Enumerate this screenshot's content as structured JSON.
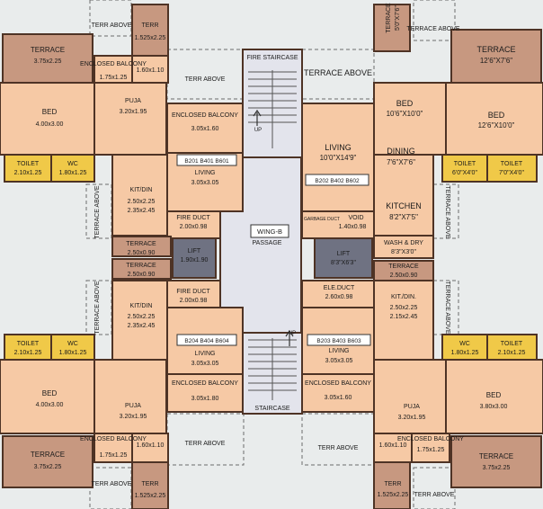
{
  "colors": {
    "background": "#e9ecec",
    "room": "#f6c9a5",
    "terrace": "#c79880",
    "toilet": "#f0c948",
    "passage": "#e3e4ec",
    "lift": "#6f7282",
    "wall": "#4e3325"
  },
  "icons": [
    "stair-icon",
    "up-arrow-icon"
  ],
  "left_top": {
    "terr_above_1": "TERR ABOVE",
    "terr_2": "TERR",
    "terr_2_size": "1.525x2.25",
    "terrace": "TERRACE",
    "terrace_size": "3.75x2.25",
    "enclosed_balcony": "ENCLOSED BALCONY",
    "enclosed_balcony_size": "1.75x1.25",
    "size_160x110": "1.60x1.10",
    "bed": "BED",
    "bed_size": "4.00x3.00",
    "puja": "PUJA",
    "puja_size": "3.20x1.95",
    "toilet": "TOILET",
    "toilet_size": "2.10x1.25",
    "wc": "WC",
    "wc_size": "1.80x1.25",
    "kit_din": "KIT/DIN",
    "kit_size_1": "2.50x2.25",
    "kit_size_2": "2.35x2.45",
    "terrace_above_side": "TERRACE ABOVE",
    "terrace_small": "TERRACE",
    "terrace_small_size": "2.50x0.90"
  },
  "left_bottom": {
    "terrace_small": "TERRACE",
    "terrace_small_size": "2.50x0.90",
    "terrace_above_side": "TERRACE ABOVE",
    "kit_din": "KIT/DIN",
    "kit_size_1": "2.50x2.25",
    "kit_size_2": "2.35x2.45",
    "toilet": "TOILET",
    "toilet_size": "2.10x1.25",
    "wc": "WC",
    "wc_size": "1.80x1.25",
    "bed": "BED",
    "bed_size": "4.00x3.00",
    "puja": "PUJA",
    "puja_size": "3.20x1.95",
    "terrace": "TERRACE",
    "terrace_size": "3.75x2.25",
    "enclosed_balcony": "ENCLOSED BALCONY",
    "enclosed_balcony_size": "1.75x1.25",
    "size_160x110": "1.60x1.10",
    "terr_above": "TERR ABOVE",
    "terr_2": "TERR",
    "terr_2_size": "1.525x2.25"
  },
  "center": {
    "fire_staircase": "FIRE STAIRCASE",
    "terr_above_top": "TERR ABOVE",
    "enclosed_balcony": "ENCLOSED BALCONY",
    "enclosed_balcony_size": "3.05x1.60",
    "units_top_left": "B201 B401 B601",
    "living": "LIVING",
    "living_size": "3.05x3.05",
    "up": "UP",
    "fire_duct": "FIRE DUCT",
    "fire_duct_size": "2.00x0.98",
    "wing": "WING-B",
    "passage": "PASSAGE",
    "lift": "LIFT",
    "lift_size": "1.90x1.90",
    "garbage_duct": "GARBAGE DUCT",
    "void": "VOID",
    "void_size": "1.40x0.98",
    "lift_right": "LIFT",
    "lift_right_size": "8'3\"X6'3\"",
    "fire_duct_lower": "FIRE DUCT",
    "fire_duct_lower_size": "2.00x0.98",
    "ele_duct": "ELE.DUCT",
    "ele_duct_size": "2.60x0.98",
    "units_bottom_left": "B204 B404 B604",
    "living_bottom_left": "LIVING",
    "living_bottom_left_size": "3.05x3.05",
    "units_bottom_right": "B203 B403 B603",
    "living_bottom_right": "LIVING",
    "living_bottom_right_size": "3.05x3.05",
    "up_lower": "UP",
    "enclosed_balcony_bl": "ENCLOSED BALCONY",
    "enclosed_balcony_bl_size": "3.05x1.80",
    "enclosed_balcony_br": "ENCLOSED BALCONY",
    "enclosed_balcony_br_size": "3.05x1.60",
    "staircase": "STAIRCASE",
    "terr_above_bottom_left": "TERR ABOVE",
    "terr_above_bottom_right": "TERR ABOVE"
  },
  "right_top": {
    "terrace_above_top": "TERRACE ABOVE",
    "terrace_58": "TERRACE",
    "terrace_58_size": "5'0\"X7'6\"",
    "terrace_above_right": "TERRACE ABOVE",
    "terrace_big": "TERRACE",
    "terrace_big_size": "12'6\"X7'6\"",
    "bed_1": "BED",
    "bed_1_size": "10'6\"X10'0\"",
    "bed_2": "BED",
    "bed_2_size": "12'6\"X10'0\"",
    "living": "LIVING",
    "living_size": "10'0\"X14'9\"",
    "dining": "DINING",
    "dining_size": "7'6\"X7'6\"",
    "units": "B202 B402 B602",
    "toilet_1": "TOILET",
    "toilet_1_size": "6'0\"X4'0\"",
    "toilet_2": "TOILET",
    "toilet_2_size": "7'0\"X4'0\"",
    "kitchen": "KITCHEN",
    "kitchen_size": "8'2\"X7'5\"",
    "terrace_above_side": "TERRACE ABOVE",
    "wash_dry": "WASH & DRY",
    "wash_dry_size": "8'3\"X3'0\""
  },
  "right_bottom": {
    "terrace_small": "TERRACE",
    "terrace_small_size": "2.50x0.90",
    "kit_din": "KIT./DIN.",
    "kit_size_1": "2.50x2.25",
    "kit_size_2": "2.15x2.45",
    "terrace_above_side": "TERRACE ABOVE",
    "wc": "WC",
    "wc_size": "1.80x1.25",
    "toilet": "TOILET",
    "toilet_size": "2.10x1.25",
    "bed": "BED",
    "bed_size": "3.80x3.00",
    "puja": "PUJA",
    "puja_size": "3.20x1.95",
    "size_160x110": "1.60x1.10",
    "enclosed_balcony": "ENCLOSED BALCONY",
    "enclosed_balcony_size": "1.75x1.25",
    "terrace": "TERRACE",
    "terrace_size": "3.75x2.25",
    "terr_2": "TERR",
    "terr_2_size": "1.525x2.25",
    "terr_above": "TERR ABOVE"
  }
}
